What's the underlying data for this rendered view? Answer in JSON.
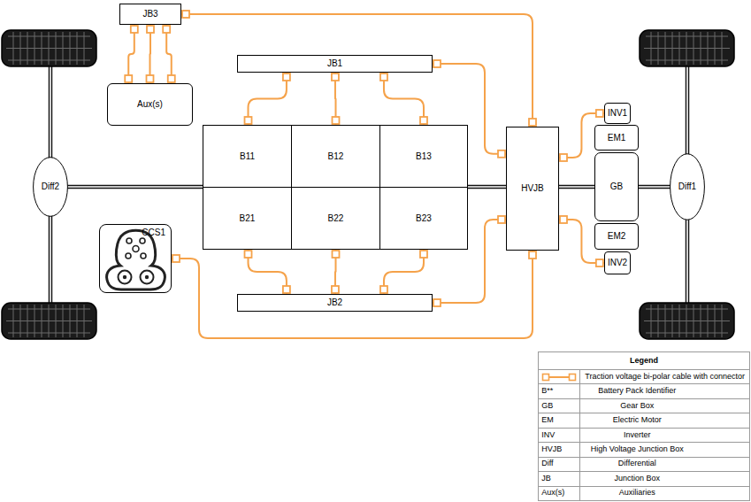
{
  "diagram": {
    "nodes": [
      {
        "text": [
          "JB3"
        ]
      },
      {
        "text": [
          "Aux(s)"
        ]
      },
      {
        "text": [
          "JB1"
        ]
      },
      {
        "text": [
          "B11"
        ]
      },
      {
        "text": [
          "B12"
        ]
      },
      {
        "text": [
          "B13"
        ]
      },
      {
        "text": [
          "B21"
        ]
      },
      {
        "text": [
          "B22"
        ]
      },
      {
        "text": [
          "B23"
        ]
      },
      {
        "text": [
          "JB2"
        ]
      },
      {
        "text": [
          "HVJB"
        ]
      },
      {
        "text": [
          "INV1"
        ]
      },
      {
        "text": [
          "EM1"
        ]
      },
      {
        "text": [
          "GB"
        ]
      },
      {
        "text": [
          "EM2"
        ]
      },
      {
        "text": [
          "INV2"
        ]
      },
      {
        "text": [
          "Diff1"
        ]
      },
      {
        "text": [
          "Diff2"
        ]
      },
      {
        "text": [
          "CCS1"
        ]
      }
    ],
    "edges": [
      {
        "from": 0,
        "to": 1,
        "arrow": "none"
      },
      {
        "from": 0,
        "to": 1,
        "arrow": "none"
      },
      {
        "from": 0,
        "to": 1,
        "arrow": "none"
      },
      {
        "from": 0,
        "to": 10,
        "arrow": "none"
      },
      {
        "from": 2,
        "to": 3,
        "arrow": "none"
      },
      {
        "from": 2,
        "to": 4,
        "arrow": "none"
      },
      {
        "from": 2,
        "to": 5,
        "arrow": "none"
      },
      {
        "from": 2,
        "to": 10,
        "arrow": "none"
      },
      {
        "from": 9,
        "to": 6,
        "arrow": "none"
      },
      {
        "from": 9,
        "to": 7,
        "arrow": "none"
      },
      {
        "from": 9,
        "to": 8,
        "arrow": "none"
      },
      {
        "from": 9,
        "to": 10,
        "arrow": "none"
      },
      {
        "from": 10,
        "to": 11,
        "arrow": "none"
      },
      {
        "from": 10,
        "to": 15,
        "arrow": "none"
      },
      {
        "from": 18,
        "to": 10,
        "arrow": "none"
      }
    ],
    "labels": [
      "Legend",
      "B**",
      "Battery Pack Identifier",
      "GB",
      "Gear Box",
      "EM",
      "Electric Motor",
      "INV",
      "Inverter",
      "HVJB",
      "High Voltage Junction Box",
      "Diff",
      "Differential",
      "JB",
      "Junction Box",
      "Aux(s)",
      "Auxiliaries"
    ],
    "legend": [
      {
        "text": "Traction voltage bi-polar cable with connector"
      }
    ]
  }
}
